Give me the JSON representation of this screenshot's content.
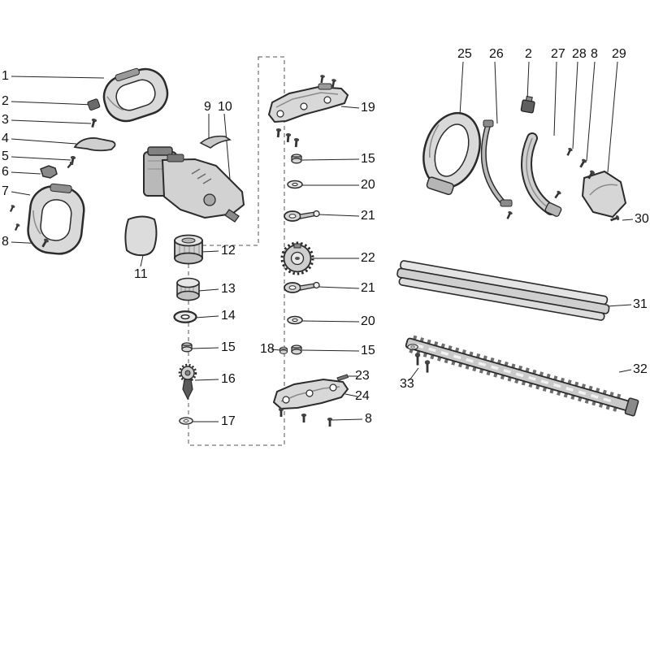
{
  "diagram": {
    "kind": "exploded-parts-diagram"
  },
  "palette": {
    "line": "#2b2b2b",
    "fill_light": "#d9d9d9",
    "fill_mid": "#c9c9c9",
    "fill_dark": "#8a8a8a"
  },
  "callouts": [
    {
      "number": "1"
    },
    {
      "number": "2"
    },
    {
      "number": "3"
    },
    {
      "number": "4"
    },
    {
      "number": "5"
    },
    {
      "number": "6"
    },
    {
      "number": "7"
    },
    {
      "number": "8"
    },
    {
      "number": "9"
    },
    {
      "number": "10"
    },
    {
      "number": "11"
    },
    {
      "number": "12"
    },
    {
      "number": "13"
    },
    {
      "number": "14"
    },
    {
      "number": "15"
    },
    {
      "number": "16"
    },
    {
      "number": "17"
    },
    {
      "number": "19"
    },
    {
      "number": "15"
    },
    {
      "number": "20"
    },
    {
      "number": "21"
    },
    {
      "number": "22"
    },
    {
      "number": "21"
    },
    {
      "number": "20"
    },
    {
      "number": "18"
    },
    {
      "number": "15"
    },
    {
      "number": "23"
    },
    {
      "number": "24"
    },
    {
      "number": "8"
    },
    {
      "number": "25"
    },
    {
      "number": "26"
    },
    {
      "number": "2"
    },
    {
      "number": "27"
    },
    {
      "number": "28"
    },
    {
      "number": "8"
    },
    {
      "number": "29"
    },
    {
      "number": "30"
    },
    {
      "number": "31"
    },
    {
      "number": "32"
    },
    {
      "number": "33"
    }
  ]
}
